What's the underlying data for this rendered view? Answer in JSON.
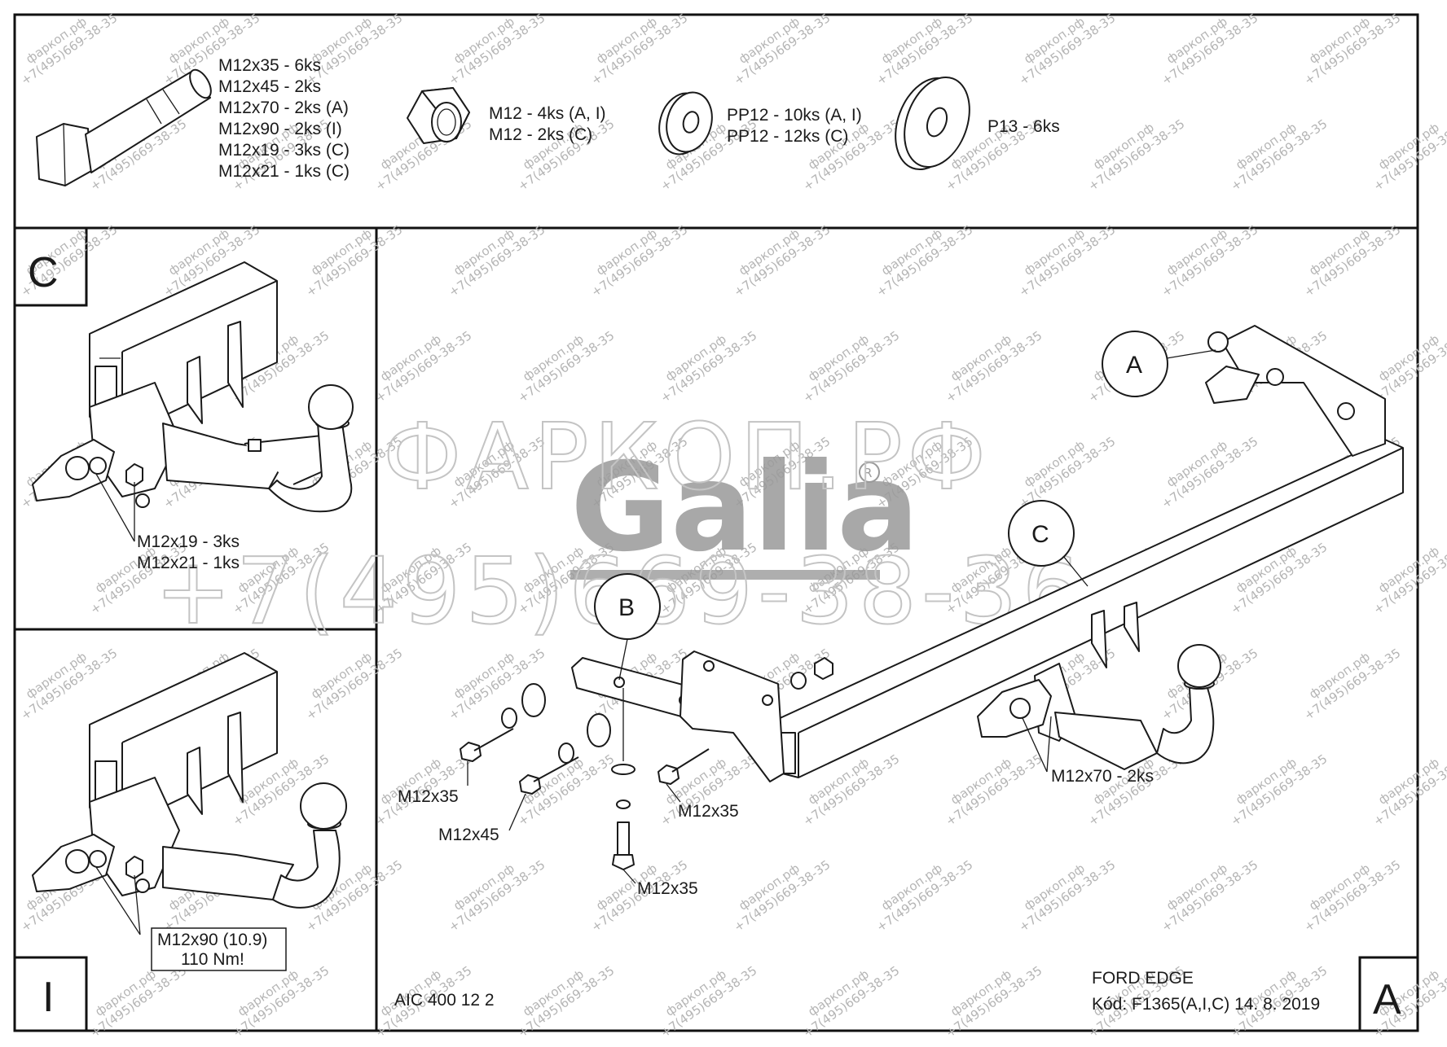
{
  "hardware": {
    "bolts": [
      "M12x35 - 6ks",
      "M12x45 - 2ks",
      "M12x70 - 2ks (A)",
      "M12x90 - 2ks (I)",
      "M12x19 - 3ks (C)",
      "M12x21 - 1ks (C)"
    ],
    "nuts": [
      "M12 - 4ks (A, I)",
      "M12 - 2ks (C)"
    ],
    "washers": [
      "PP12 - 10ks (A, I)",
      "PP12 - 12ks (C)"
    ],
    "large_washers": [
      "P13 - 6ks"
    ]
  },
  "panel_c": {
    "letter": "C",
    "notes": [
      "M12x19 - 3ks",
      "M12x21 - 1ks"
    ]
  },
  "panel_i": {
    "letter": "I",
    "torque": [
      "M12x90 (10.9)",
      "110 Nm!"
    ]
  },
  "main": {
    "letter": "A",
    "callouts": {
      "a": "A",
      "b": "B",
      "c": "C"
    },
    "labels": {
      "bolt_left": "M12x35",
      "bolt_m45": "M12x45",
      "bolt_mid": "M12x35",
      "bolt_bottom": "M12x35",
      "bolt_hook": "M12x70 - 2ks"
    },
    "doc_number": "AIC 400 12 2",
    "vehicle": "FORD EDGE",
    "code": "Kód: F1365(A,I,C)  14. 8. 2019"
  },
  "watermark": {
    "site": "фаркоп.рф",
    "phone": "+7(495)669-38-35",
    "big_site": "ФАРКОП.РФ",
    "big_phone": "+7(495)669-38-36",
    "logo": "Galia",
    "logo_mark": "R"
  }
}
